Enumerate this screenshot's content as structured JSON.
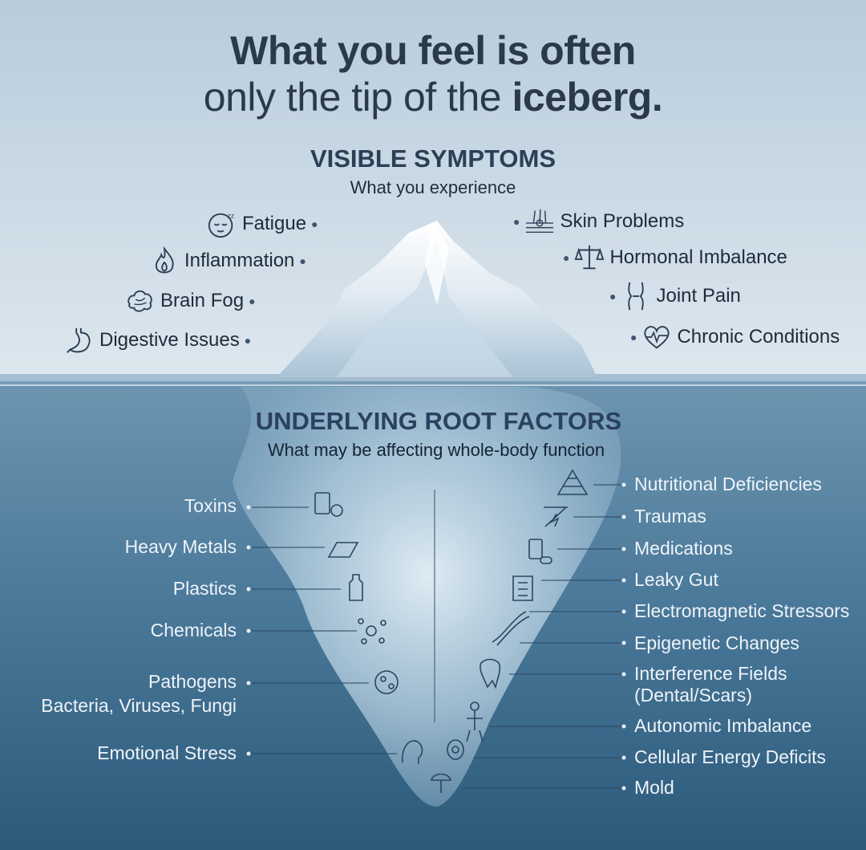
{
  "title": {
    "line1": "What you feel is often",
    "line2_prefix": "only the tip of the ",
    "line2_bold": "iceberg."
  },
  "visible": {
    "heading": "VISIBLE SYMPTOMS",
    "subheading": "What you experience",
    "left_items": [
      {
        "label": "Fatigue",
        "icon": "sleepy-face-icon"
      },
      {
        "label": "Inflammation",
        "icon": "flame-icon"
      },
      {
        "label": "Brain Fog",
        "icon": "brain-cloud-icon"
      },
      {
        "label": "Digestive Issues",
        "icon": "stomach-icon"
      }
    ],
    "right_items": [
      {
        "label": "Skin Problems",
        "icon": "skin-layers-icon"
      },
      {
        "label": "Hormonal Imbalance",
        "icon": "balance-scale-icon"
      },
      {
        "label": "Joint Pain",
        "icon": "knee-joint-icon"
      },
      {
        "label": "Chronic Conditions",
        "icon": "heart-pulse-icon"
      }
    ]
  },
  "root": {
    "heading": "UNDERLYING ROOT FACTORS",
    "subheading": "What may be affecting whole-body function",
    "left_items": [
      {
        "label": "Toxins",
        "icon": "toxic-barrel-icon"
      },
      {
        "label": "Heavy Metals",
        "icon": "metal-bar-icon"
      },
      {
        "label": "Plastics",
        "icon": "plastic-bottle-icon"
      },
      {
        "label": "Chemicals",
        "icon": "molecule-icon"
      },
      {
        "label": "Pathogens",
        "sublabel": "Bacteria, Viruses, Fungi",
        "icon": "microbe-icon"
      },
      {
        "label": "Emotional Stress",
        "icon": "head-stress-icon"
      }
    ],
    "right_items": [
      {
        "label": "Nutritional Deficiencies",
        "icon": "food-pyramid-icon"
      },
      {
        "label": "Traumas",
        "icon": "broken-shield-icon"
      },
      {
        "label": "Medications",
        "icon": "pill-bottle-icon"
      },
      {
        "label": "Leaky Gut",
        "icon": "intestine-icon"
      },
      {
        "label": "Electromagnetic Stressors",
        "icon": "dna-icon"
      },
      {
        "label": "Epigenetic Changes",
        "icon": "dna-strand-icon"
      },
      {
        "label": "Interference Fields",
        "sublabel": "(Dental/Scars)",
        "icon": "tooth-icon"
      },
      {
        "label": "Autonomic Imbalance",
        "icon": "nervous-system-icon"
      },
      {
        "label": "Cellular Energy Deficits",
        "icon": "cell-icon"
      },
      {
        "label": "Mold",
        "icon": "mushroom-icon"
      }
    ]
  },
  "colors": {
    "sky_top": "#b7cbdb",
    "sky_bottom": "#d9e5ed",
    "water_top": "#5f8aa7",
    "water_bottom": "#2f5e80",
    "title_text": "#2a3a4c",
    "under_text": "#eef4f9"
  }
}
